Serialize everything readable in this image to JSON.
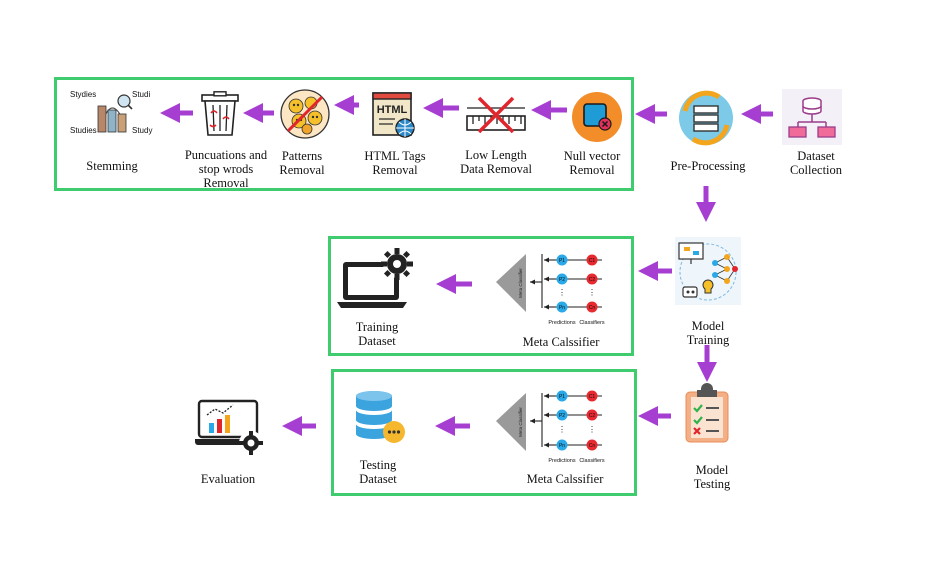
{
  "top_row": {
    "dataset_collection": [
      "Dataset",
      "Collection"
    ],
    "pre_processing": [
      "Pre-Processing"
    ],
    "null_vector": [
      "Null vector",
      "Removal"
    ],
    "low_length": [
      "Low Length",
      "Data Removal"
    ],
    "html_tags": [
      "HTML Tags",
      "Removal"
    ],
    "patterns": [
      "Patterns",
      "Removal"
    ],
    "punctuations": [
      "Puncuations and",
      "stop wrods",
      "Removal"
    ],
    "stemming": [
      "Stemming"
    ],
    "stemming_words": [
      "Stydies",
      "Studi",
      "Studies",
      "Study"
    ],
    "html_icon_text": "HTML"
  },
  "middle_row": {
    "model_training": [
      "Model",
      "Training"
    ],
    "meta_classifier": [
      "Meta Calssifier"
    ],
    "training_dataset": [
      "Training",
      "Dataset"
    ]
  },
  "bottom_row": {
    "model_testing": [
      "Model",
      "Testing"
    ],
    "meta_classifier": [
      "Meta Calssifier"
    ],
    "testing_dataset": [
      "Testing",
      "Dataset"
    ],
    "evaluation": [
      "Evaluation"
    ]
  },
  "meta_diagram": {
    "predictions": [
      "P1",
      "P2",
      "Pn"
    ],
    "classifiers": [
      "C1",
      "C2",
      "Cn"
    ],
    "dots": "⋮",
    "predictions_label": "Predictions",
    "classifiers_label": "Classifiers",
    "vertical_label": "Meta Classifier"
  },
  "colors": {
    "arrow": "#a63fd1",
    "box_border": "#3ecc6e",
    "prediction": "#29a9e8",
    "classifier": "#e8292f"
  }
}
